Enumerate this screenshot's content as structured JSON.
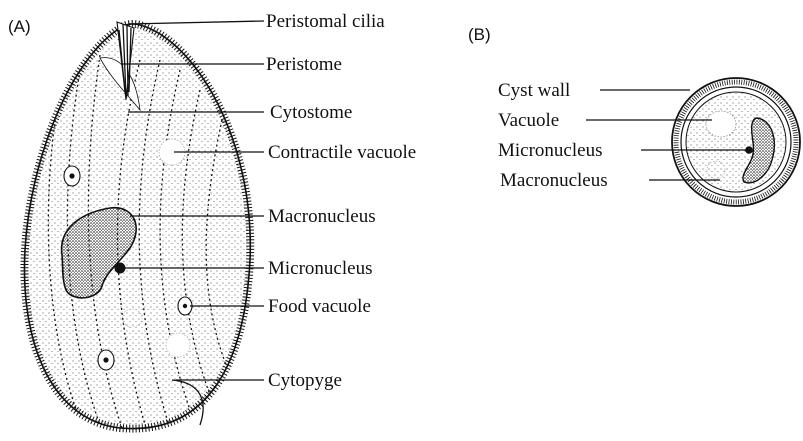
{
  "panel_a": {
    "tag": "(A)",
    "labels": {
      "peristomal_cilia": "Peristomal cilia",
      "peristome": "Peristome",
      "cytostome": "Cytostome",
      "contractile_vacuole": "Contractile vacuole",
      "macronucleus": "Macronucleus",
      "micronucleus": "Micronucleus",
      "food_vacuole": "Food vacuole",
      "cytopyge": "Cytopyge"
    }
  },
  "panel_b": {
    "tag": "(B)",
    "labels": {
      "cyst_wall": "Cyst wall",
      "vacuole": "Vacuole",
      "micronucleus": "Micronucleus",
      "macronucleus": "Macronucleus"
    }
  },
  "colors": {
    "ink": "#111111",
    "background": "#ffffff"
  }
}
